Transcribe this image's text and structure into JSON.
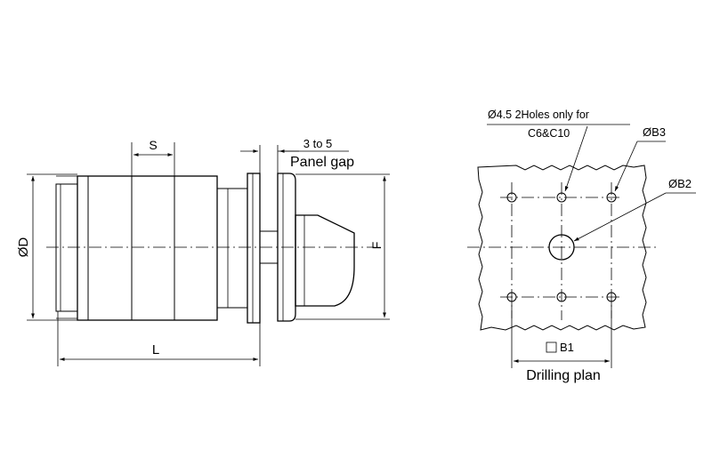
{
  "side_view": {
    "dim_s": "S",
    "dim_d": "ØD",
    "dim_l": "L",
    "dim_f": "F",
    "panel_range": "3 to 5",
    "panel_gap": "Panel gap"
  },
  "drilling_plan": {
    "note_line1": "Ø4.5 2Holes only for",
    "note_line2": "C6&C10",
    "dim_b3": "ØB3",
    "dim_b2": "ØB2",
    "dim_b1": "B1",
    "title": "Drilling plan"
  },
  "colors": {
    "line": "#000000",
    "background": "#ffffff"
  }
}
